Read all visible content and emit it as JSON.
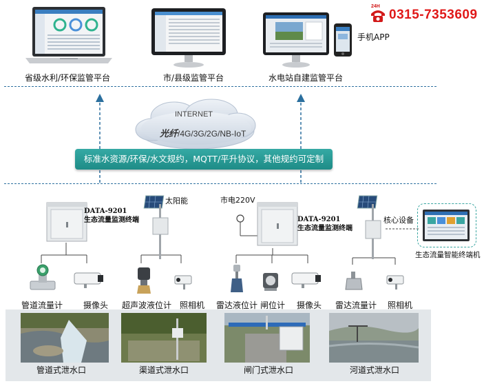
{
  "top": {
    "platforms": [
      {
        "label": "省级水利/环保监管平台"
      },
      {
        "label": "市/县级监管平台"
      },
      {
        "label": "水电站自建监管平台"
      }
    ],
    "mobile_app_label": "手机APP",
    "hotline_badge": "24H",
    "hotline_number": "0315-7353609"
  },
  "network": {
    "cloud_title": "INTERNET",
    "cloud_subtitle_main": "光纤",
    "cloud_subtitle_rest": "/4G/3G/2G/NB-IoT",
    "protocol_banner": "标准水资源/环保/水文规约，MQTT/平升协议，其他规约可定制"
  },
  "stations": {
    "terminal_model": "DATA-9201",
    "terminal_name": "生态流量监测终端",
    "solar_label": "太阳能",
    "mains_label": "市电220V",
    "core_device_label": "核心设备",
    "smart_terminal_label": "生态流量智能终端机"
  },
  "devices": [
    {
      "label": "管道流量计"
    },
    {
      "label": "摄像头"
    },
    {
      "label": "超声波液位计"
    },
    {
      "label": "照相机"
    },
    {
      "label": "雷达液位计"
    },
    {
      "label": "闸位计"
    },
    {
      "label": "摄像头"
    },
    {
      "label": "雷达流量计"
    },
    {
      "label": "照相机"
    }
  ],
  "outlets": [
    {
      "label": "管道式泄水口"
    },
    {
      "label": "渠道式泄水口"
    },
    {
      "label": "闸门式泄水口"
    },
    {
      "label": "河道式泄水口"
    }
  ]
}
